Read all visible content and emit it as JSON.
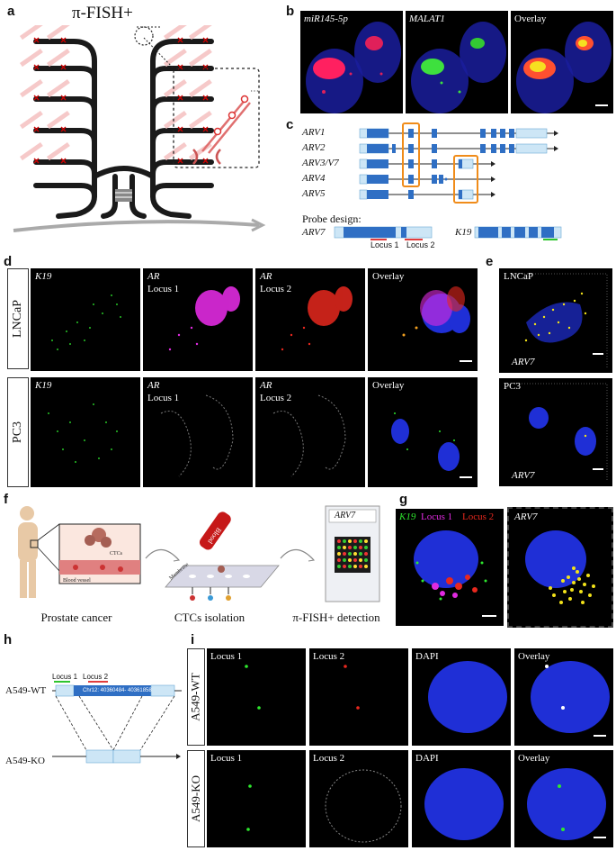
{
  "panels": {
    "a": {
      "label": "a",
      "title": "π-FISH+"
    },
    "b": {
      "label": "b",
      "images": [
        "miR145-5p",
        "MALAT1",
        "Overlay"
      ]
    },
    "c": {
      "label": "c",
      "isoforms": [
        "ARV1",
        "ARV2",
        "ARV3/V7",
        "ARV4",
        "ARV5"
      ],
      "probe_design_title": "Probe design:",
      "probe_genes": [
        "ARV7",
        "K19"
      ],
      "loci": [
        "Locus 1",
        "Locus 2"
      ]
    },
    "d": {
      "label": "d",
      "rows": [
        "LNCaP",
        "PC3"
      ],
      "cols": [
        {
          "gene": "K19",
          "locus": ""
        },
        {
          "gene": "AR",
          "locus": "Locus 1"
        },
        {
          "gene": "AR",
          "locus": "Locus 2"
        },
        {
          "gene": "",
          "locus": "Overlay"
        }
      ]
    },
    "e": {
      "label": "e",
      "cells": [
        {
          "line": "LNCaP",
          "gene": "ARV7"
        },
        {
          "line": "PC3",
          "gene": "ARV7"
        }
      ]
    },
    "f": {
      "label": "f",
      "steps": [
        "Prostate cancer",
        "CTCs isolation",
        "π-FISH+ detection"
      ],
      "inset_labels": [
        "CTCs",
        "Blood vessel"
      ],
      "tube_label": "Blood",
      "membrane_label": "Membrane",
      "chip_label": "ARV7"
    },
    "g": {
      "label": "g",
      "left": {
        "k19": "K19",
        "l1": "Locus 1",
        "l2": "Locus 2"
      },
      "right": "ARV7"
    },
    "h": {
      "label": "h",
      "wt": "A549-WT",
      "ko": "A549-KO",
      "loci": [
        "Locus 1",
        "Locus 2"
      ],
      "coord": "Chr12: 40360484- 40361858"
    },
    "i": {
      "label": "i",
      "rows": [
        "A549-WT",
        "A549-KO"
      ],
      "cols": [
        "Locus 1",
        "Locus 2",
        "DAPI",
        "Overlay"
      ]
    }
  },
  "colors": {
    "dapi": "#1f2fd6",
    "green": "#2ee82e",
    "magenta": "#e02be0",
    "red": "#e8281e",
    "yellow": "#f2e21a",
    "gene_blue": "#2f6fc4",
    "gene_light": "#cde6f6",
    "orange": "#f08c1a",
    "probe_red": "#e23d3d"
  }
}
